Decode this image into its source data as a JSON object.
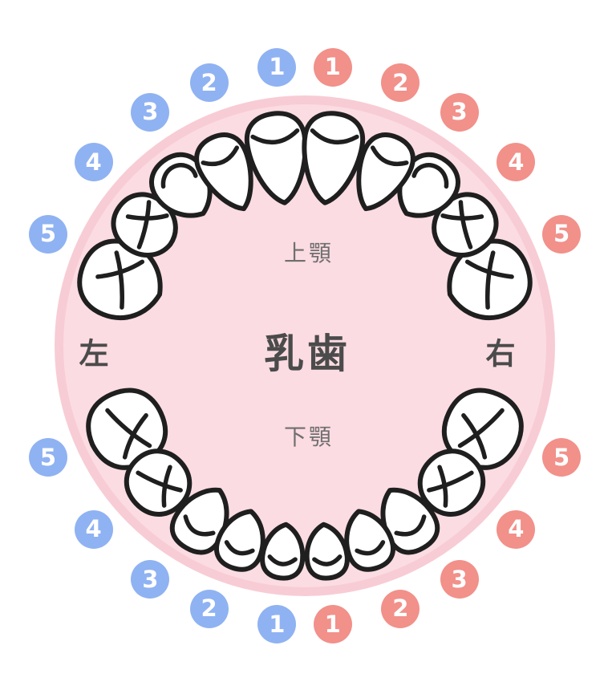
{
  "diagram": {
    "center_label": "乳歯",
    "upper_jaw_label": "上顎",
    "lower_jaw_label": "下顎",
    "left_label": "左",
    "right_label": "右"
  },
  "colors": {
    "left_badge": "#8FB2F2",
    "right_badge": "#F2908A",
    "badge_number": "#FFFFFF",
    "mouth_fill": "#FBDCE2",
    "mouth_rim": "#F8CCD5",
    "tooth_fill": "#FFFFFF",
    "tooth_outline": "#1F1F1F",
    "center_text": "#4B4B4B",
    "jaw_text": "#6F6F6F"
  },
  "badges": {
    "upper_left": [
      "1",
      "2",
      "3",
      "4",
      "5"
    ],
    "upper_right": [
      "1",
      "2",
      "3",
      "4",
      "5"
    ],
    "lower_left": [
      "1",
      "2",
      "3",
      "4",
      "5"
    ],
    "lower_right": [
      "1",
      "2",
      "3",
      "4",
      "5"
    ]
  },
  "teeth": {
    "upper_quadrant_types": [
      "central-incisor",
      "lateral-incisor",
      "canine",
      "first-molar",
      "second-molar"
    ],
    "lower_quadrant_types": [
      "central-incisor",
      "lateral-incisor",
      "canine",
      "first-molar",
      "second-molar"
    ]
  }
}
